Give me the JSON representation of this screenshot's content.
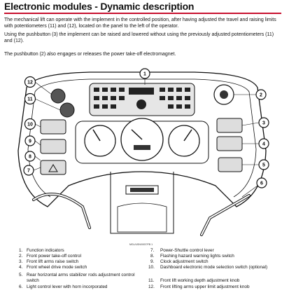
{
  "title": "Electronic modules - Dynamic description",
  "paragraphs": [
    "The mechanical lift can operate with the implement in the controlled position, after having adjusted the travel and raising limits with potentiometers (11) and (12), located on the panel to the left of the operator.",
    "Using the pushbutton (3) the implement can be raised and lowered without using the previously adjusted potentiometers (11) and (12).",
    "The pushbutton (2) also engages or releases the power take-off electromagnet."
  ],
  "figure": {
    "callouts": [
      "1",
      "2",
      "3",
      "4",
      "5",
      "6",
      "7",
      "8",
      "9",
      "10",
      "11",
      "12"
    ],
    "code": "MGL/USN/0007/FB 1"
  },
  "legend": [
    {
      "num": "1.",
      "text": "Function indicators"
    },
    {
      "num": "2.",
      "text": "Front power take-off control"
    },
    {
      "num": "3.",
      "text": "Front lift arms raise switch"
    },
    {
      "num": "4.",
      "text": "Front wheel drive mode switch"
    },
    {
      "num": "5.",
      "text": "Rear horizontal arms stabilizer rods adjustment control switch"
    },
    {
      "num": "6.",
      "text": "Light control lever with horn incorporated"
    },
    {
      "num": "7.",
      "text": "Power-Shuttle control lever"
    },
    {
      "num": "8.",
      "text": "Flashing hazard warning lights switch"
    },
    {
      "num": "9.",
      "text": "Clock adjustment switch"
    },
    {
      "num": "10.",
      "text": "Dashboard electronic mode selection switch (optional)"
    },
    {
      "num": "11.",
      "text": "Front lift working depth adjustment knob"
    },
    {
      "num": "12.",
      "text": "Front lifting arms upper limit adjustment knob"
    }
  ],
  "colors": {
    "title_rule": "#c8102e"
  }
}
